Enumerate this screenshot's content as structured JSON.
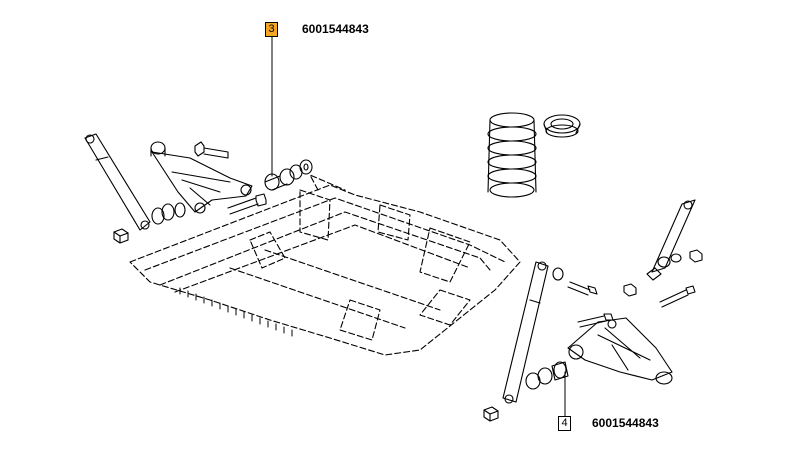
{
  "callouts": [
    {
      "number": "3",
      "part_number": "6001544843",
      "highlighted": true
    },
    {
      "number": "4",
      "part_number": "6001544843",
      "highlighted": false
    }
  ],
  "colors": {
    "line": "#000000",
    "highlight": "#f5a623",
    "background": "#ffffff"
  }
}
